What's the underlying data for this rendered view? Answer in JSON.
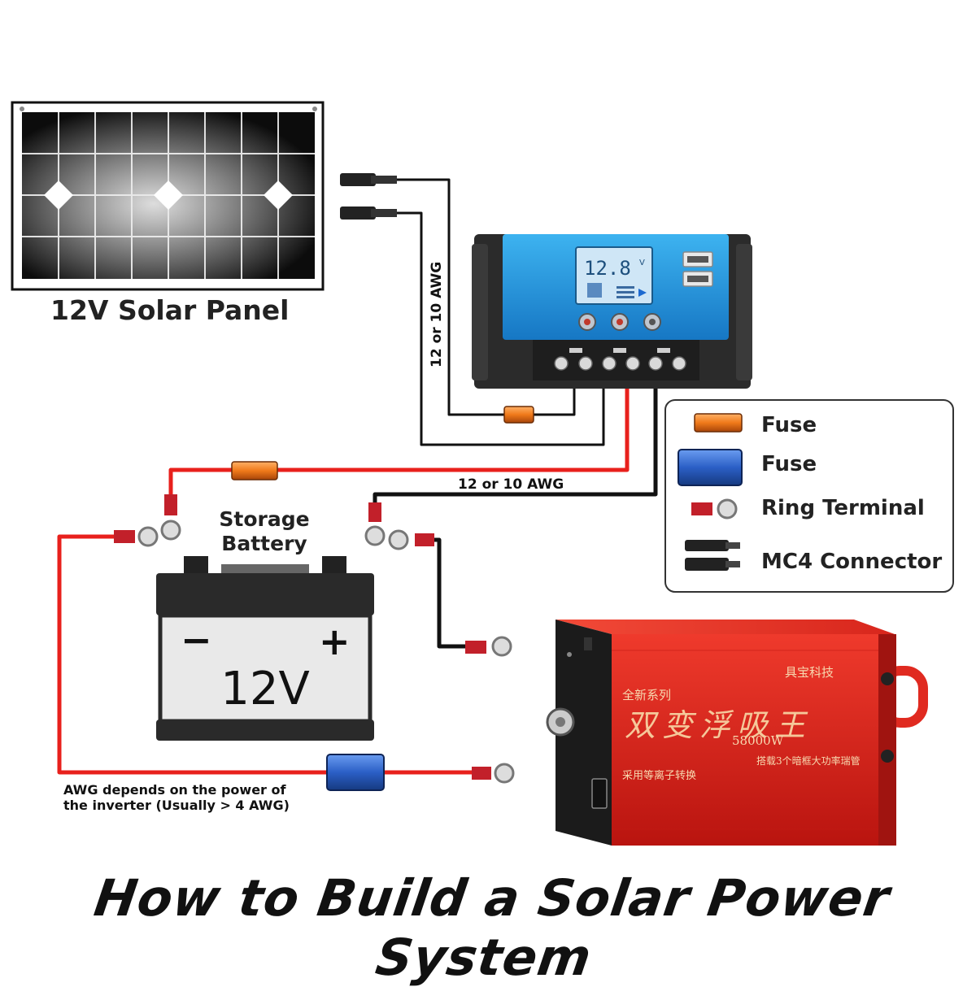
{
  "title": "How to Build a Solar Power System",
  "solar_panel": {
    "label": "12V Solar Panel"
  },
  "wires": {
    "panel_to_controller_label": "12 or 10 AWG",
    "controller_to_battery_label": "12 or 10 AWG",
    "inverter_note_line1": "AWG depends on the power of",
    "inverter_note_line2": "the inverter (Usually > 4 AWG)"
  },
  "controller": {
    "display_value": "12.8",
    "display_unit": "V"
  },
  "battery": {
    "title_line1": "Storage",
    "title_line2": "Battery",
    "minus": "−",
    "plus": "+",
    "voltage": "12V"
  },
  "legend": {
    "items": [
      {
        "label": "Fuse",
        "icon": "orange-fuse-icon",
        "color": "#f07a1a"
      },
      {
        "label": "Fuse",
        "icon": "blue-fuse-icon",
        "color": "#2b5fc6"
      },
      {
        "label": "Ring Terminal",
        "icon": "ring-terminal-icon",
        "color": "#c2202a"
      },
      {
        "label": "MC4 Connector",
        "icon": "mc4-connector-icon",
        "color": "#222222"
      }
    ]
  },
  "inverter": {
    "series": "全新系列",
    "brand": "具宝科技",
    "name": "双变浮吸王",
    "power": "58000W",
    "spec": "搭载3个暗框大功率瑞管",
    "feature": "采用等离子转换",
    "color": "#e02a20"
  },
  "colors": {
    "positive_wire": "#e8201c",
    "negative_wire": "#111111",
    "controller_face": "#2aa6e6"
  }
}
